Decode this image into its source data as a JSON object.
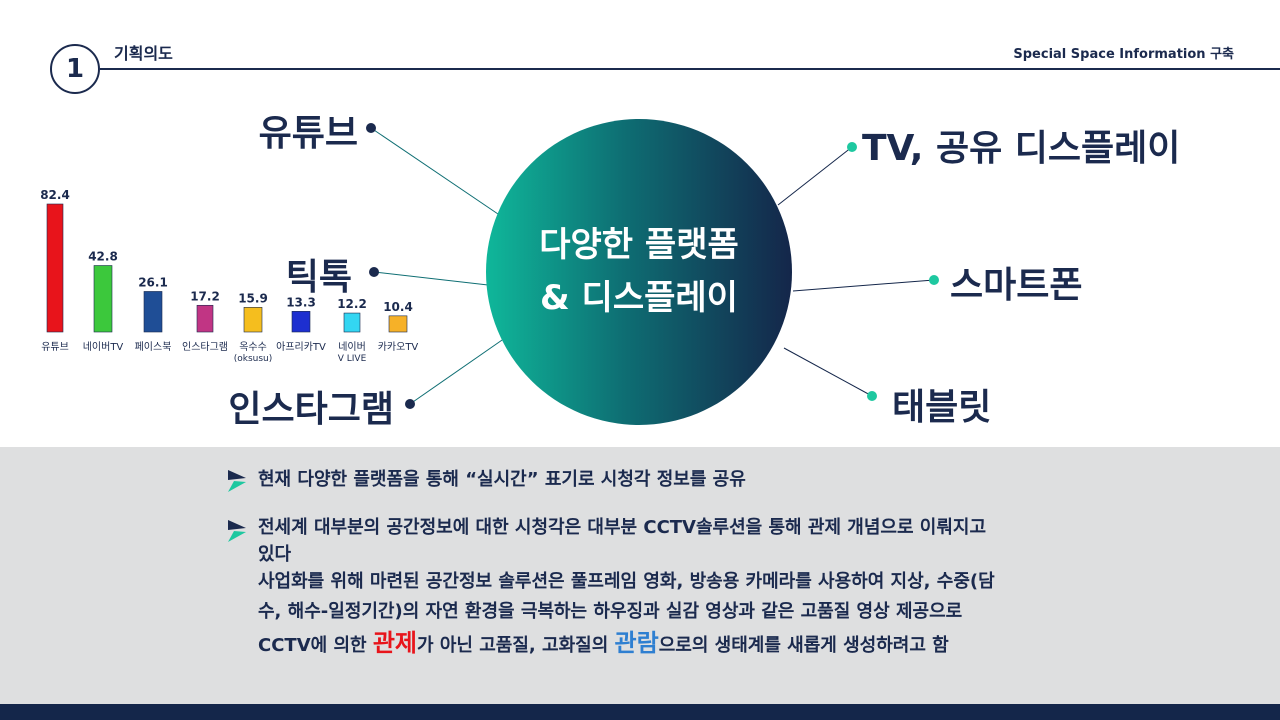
{
  "header": {
    "section_number": "1",
    "section_title": "기획의도",
    "right_title": "Special Space Information 구축"
  },
  "center": {
    "line1": "다양한 플랫폼",
    "line2": "& 디스플레이"
  },
  "platforms": {
    "left": [
      "유튜브",
      "틱톡",
      "인스타그램"
    ],
    "right": [
      "TV, 공유 디스플레이",
      "스마트폰",
      "태블릿"
    ]
  },
  "chart_data": {
    "type": "bar",
    "categories": [
      "유튜브",
      "네이버TV",
      "페이스북",
      "인스타그램",
      "옥수수\n(oksusu)",
      "아프리카TV",
      "네이버\nV LIVE",
      "카카오TV"
    ],
    "values": [
      82.4,
      42.8,
      26.1,
      17.2,
      15.9,
      13.3,
      12.2,
      10.4
    ],
    "value_labels": [
      "82.4",
      "42.8",
      "26.1",
      "17.2",
      "15.9",
      "13.3",
      "12.2",
      "10.4"
    ],
    "colors": [
      "#e8141b",
      "#3cc83c",
      "#1f4e96",
      "#c13584",
      "#f5be1e",
      "#1d2fd0",
      "#33d6f2",
      "#f6b128"
    ],
    "ylim": [
      0,
      82.4
    ],
    "grid": false,
    "legend": "none"
  },
  "bullets": {
    "b1": "현재 다양한 플랫폼을 통해 “실시간” 표기로 시청각 정보를 공유",
    "b2_l1": "전세계 대부분의 공간정보에 대한 시청각은 대부분 CCTV솔루션을 통해 관제 개념으로 이뤄지고",
    "b2_l2": "있다",
    "b2_l3": "사업화를 위해 마련된 공간정보 솔루션은 풀프레임 영화, 방송용 카메라를 사용하여 지상, 수중(담",
    "b2_l4": "수, 해수-일정기간)의 자연 환경을 극복하는 하우징과 실감 영상과 같은 고품질 영상 제공으로",
    "b2_l5a": "CCTV에 의한 ",
    "b2_l5_red": "관제",
    "b2_l5b": "가 아닌 고품질, 고화질의 ",
    "b2_l5_blue": "관람",
    "b2_l5c": "으로의 생태계를 새롭게 생성하려고 함"
  },
  "colors": {
    "navy": "#1b2a4e",
    "teal": "#1ec8a0",
    "panel": "#dedfe0",
    "highlight_red": "#e8141b",
    "highlight_blue": "#2e7fd1"
  },
  "icons": {
    "bullet": "chevron-arrow-icon"
  }
}
